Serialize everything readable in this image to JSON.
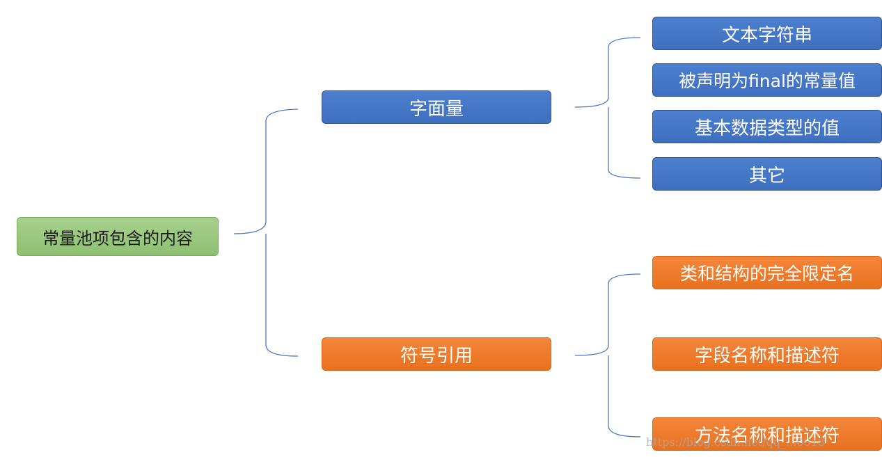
{
  "root": {
    "label": "常量池项包含的内容",
    "color": "#a7d08c"
  },
  "branches": [
    {
      "label": "字面量",
      "color": "#4472c4",
      "children": [
        "文本字符串",
        "被声明为final的常量值",
        "基本数据类型的值",
        "其它"
      ]
    },
    {
      "label": "符号引用",
      "color": "#ed7d31",
      "children": [
        "类和结构的完全限定名",
        "字段名称和描述符",
        "方法名称和描述符"
      ]
    }
  ],
  "watermark": "https://blog.csdn.net/qq_...0018",
  "connector_color": "#4472c4"
}
